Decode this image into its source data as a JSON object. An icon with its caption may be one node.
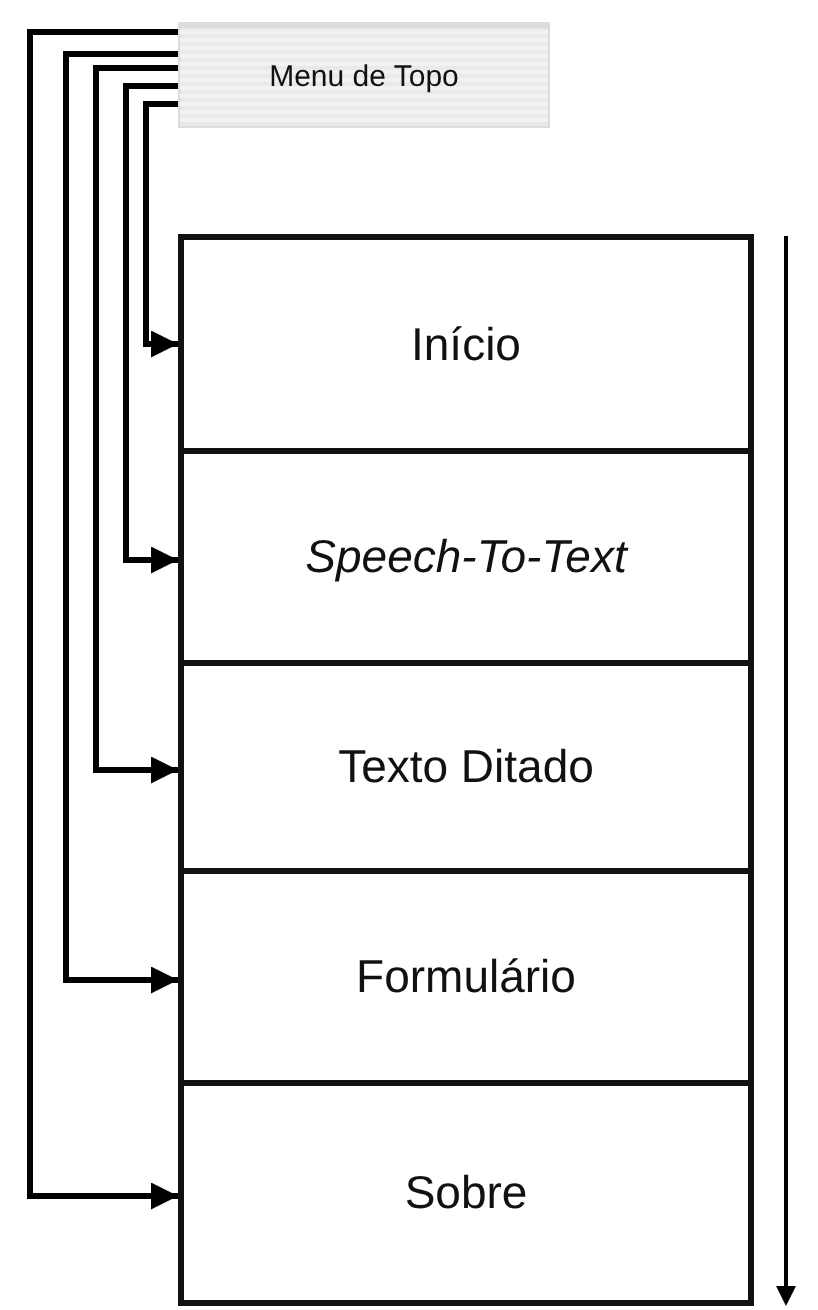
{
  "diagram": {
    "nodes": [
      {
        "text": [
          "Menu de Topo"
        ]
      },
      {
        "text": [
          "Início"
        ]
      },
      {
        "text": [
          "Speech-To-Text"
        ]
      },
      {
        "text": [
          "Texto Ditado"
        ]
      },
      {
        "text": [
          "Formulário"
        ]
      },
      {
        "text": [
          "Sobre"
        ]
      }
    ],
    "edges": [
      {
        "from": 0,
        "to": 1,
        "arrow": "to"
      },
      {
        "from": 0,
        "to": 2,
        "arrow": "to"
      },
      {
        "from": 0,
        "to": 3,
        "arrow": "to"
      },
      {
        "from": 0,
        "to": 4,
        "arrow": "to"
      },
      {
        "from": 0,
        "to": 5,
        "arrow": "to"
      }
    ]
  }
}
